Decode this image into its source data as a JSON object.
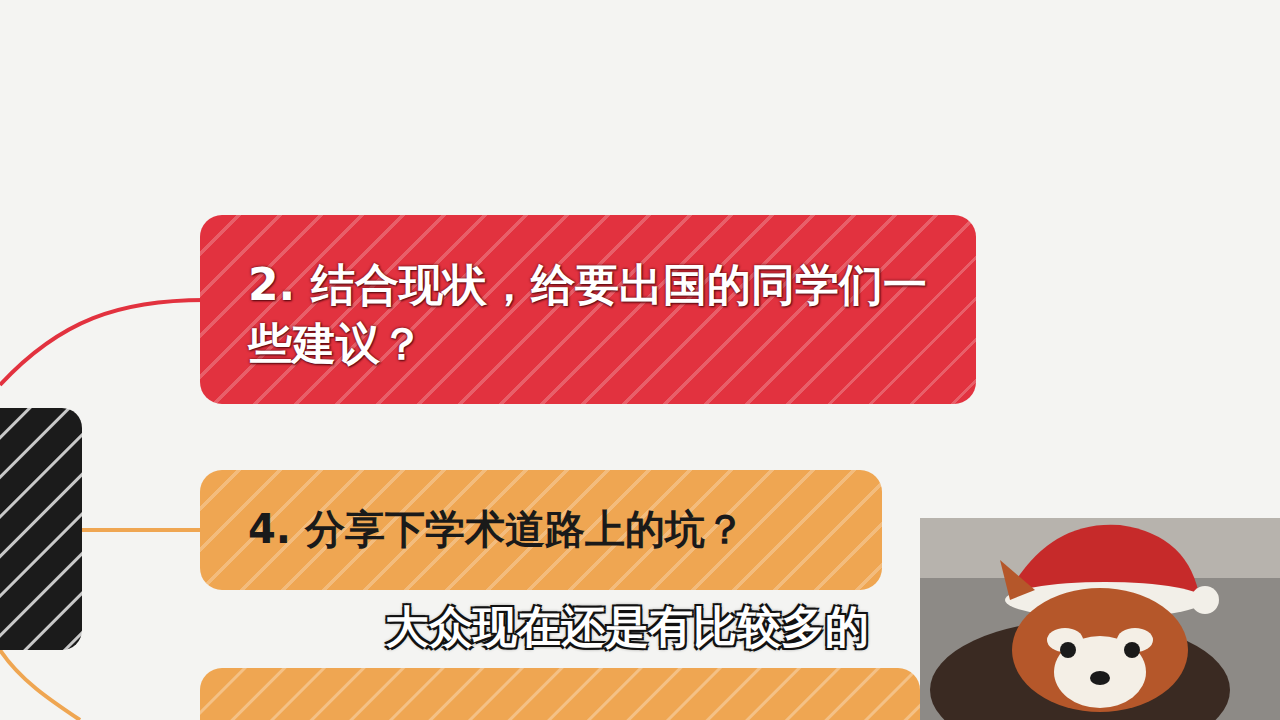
{
  "diagram": {
    "nodes": [
      {
        "text": [
          "2. 结合现状，给要出国的同学们一些建议？"
        ]
      },
      {
        "text": [
          "4. 分享下学术道路上的坑？"
        ]
      }
    ],
    "labels": [
      "大众现在还是有比较多的"
    ]
  }
}
